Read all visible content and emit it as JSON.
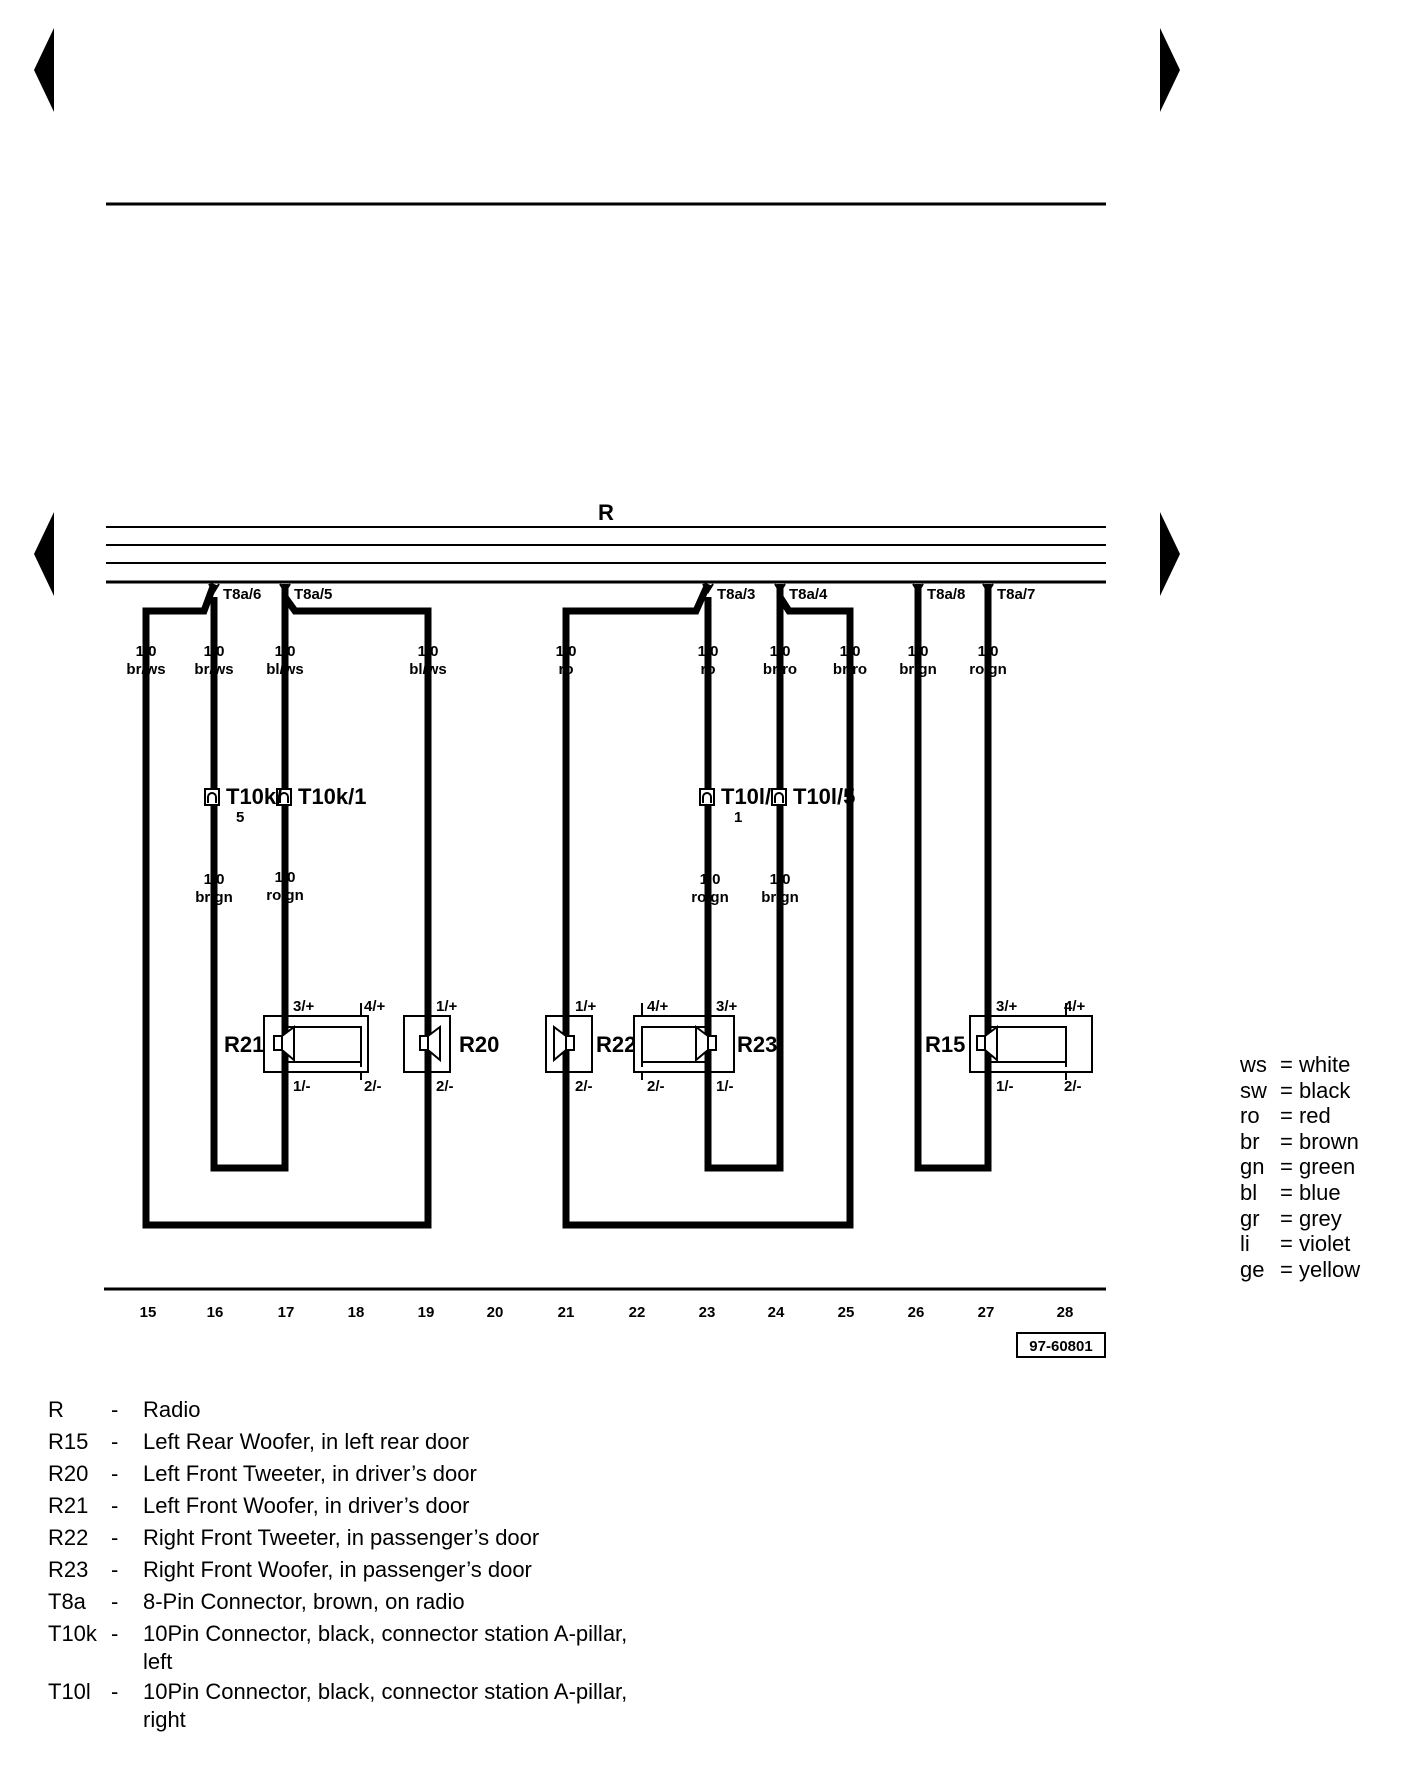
{
  "component": "R",
  "connectors": {
    "t8a6": "T8a/6",
    "t8a5": "T8a/5",
    "t8a3": "T8a/3",
    "t8a4": "T8a/4",
    "t8a8": "T8a/8",
    "t8a7": "T8a/7",
    "t10k5": "T10k/",
    "t10k5_pin": "5",
    "t10k1": "T10k/1",
    "t10l1": "T10l/",
    "t10l1_pin": "1",
    "t10l5": "T10l/5"
  },
  "wires": [
    {
      "size": "1,0",
      "color": "br/ws"
    },
    {
      "size": "1,0",
      "color": "br/ws"
    },
    {
      "size": "1,0",
      "color": "bl/ws"
    },
    {
      "size": "1,0",
      "color": "bl/ws"
    },
    {
      "size": "1,0",
      "color": "ro"
    },
    {
      "size": "1,0",
      "color": "ro"
    },
    {
      "size": "1,0",
      "color": "br/ro"
    },
    {
      "size": "1,0",
      "color": "br/ro"
    },
    {
      "size": "1,0",
      "color": "br/gn"
    },
    {
      "size": "1,0",
      "color": "ro/gn"
    },
    {
      "size": "1,0",
      "color": "br/gn"
    },
    {
      "size": "1,0",
      "color": "ro/gn"
    },
    {
      "size": "1,0",
      "color": "ro/gn"
    },
    {
      "size": "1,0",
      "color": "br/gn"
    }
  ],
  "components": {
    "r21": "R21",
    "r20": "R20",
    "r22": "R22",
    "r23": "R23",
    "r15": "R15"
  },
  "pins": {
    "p3": "3/+",
    "p4": "4/+",
    "p1plus": "1/+",
    "p1minus": "1/-",
    "p2minus": "2/-"
  },
  "columns": [
    "15",
    "16",
    "17",
    "18",
    "19",
    "20",
    "21",
    "22",
    "23",
    "24",
    "25",
    "26",
    "27",
    "28"
  ],
  "figure_id": "97-60801",
  "color_key": [
    {
      "abbr": "ws",
      "name": "white"
    },
    {
      "abbr": "sw",
      "name": "black"
    },
    {
      "abbr": "ro",
      "name": "red"
    },
    {
      "abbr": "br",
      "name": "brown"
    },
    {
      "abbr": "gn",
      "name": "green"
    },
    {
      "abbr": "bl",
      "name": "blue"
    },
    {
      "abbr": "gr",
      "name": "grey"
    },
    {
      "abbr": "li",
      "name": "violet"
    },
    {
      "abbr": "ge",
      "name": "yellow"
    }
  ],
  "legend": [
    {
      "code": "R",
      "desc": "Radio"
    },
    {
      "code": "R15",
      "desc": "Left Rear Woofer, in left rear door"
    },
    {
      "code": "R20",
      "desc": "Left Front Tweeter, in driver’s door"
    },
    {
      "code": "R21",
      "desc": "Left Front Woofer, in driver’s door"
    },
    {
      "code": "R22",
      "desc": "Right Front Tweeter, in passenger’s door"
    },
    {
      "code": "R23",
      "desc": "Right Front Woofer, in passenger’s door"
    },
    {
      "code": "T8a",
      "desc": "8-Pin Connector, brown, on radio"
    },
    {
      "code": "T10k",
      "desc": "10Pin Connector, black, connector station A-pillar, left"
    },
    {
      "code": "T10l",
      "desc": "10Pin Connector, black, connector station A-pillar, right"
    }
  ]
}
